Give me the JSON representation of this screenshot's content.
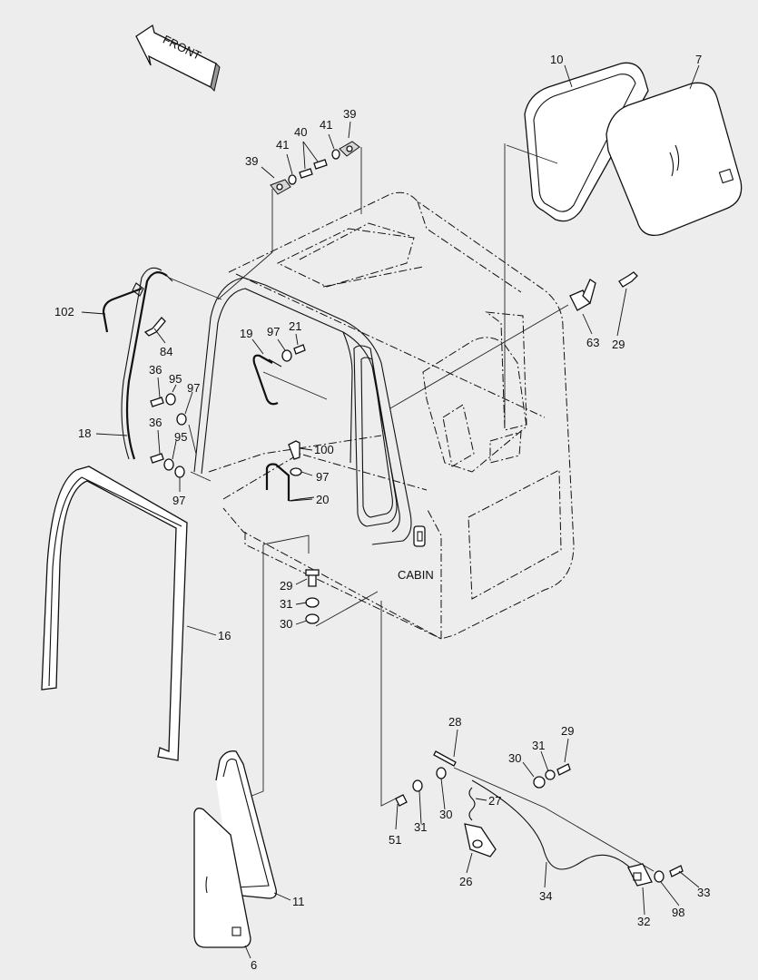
{
  "diagram": {
    "direction_label": "FRONT",
    "assembly_label": "CABIN",
    "callouts": [
      {
        "id": "c10",
        "text": "10"
      },
      {
        "id": "c7",
        "text": "7"
      },
      {
        "id": "c39a",
        "text": "39"
      },
      {
        "id": "c41a",
        "text": "41"
      },
      {
        "id": "c40",
        "text": "40"
      },
      {
        "id": "c41b",
        "text": "41"
      },
      {
        "id": "c39b",
        "text": "39"
      },
      {
        "id": "c102",
        "text": "102"
      },
      {
        "id": "c84",
        "text": "84"
      },
      {
        "id": "c19",
        "text": "19"
      },
      {
        "id": "c97a",
        "text": "97"
      },
      {
        "id": "c21",
        "text": "21"
      },
      {
        "id": "c63",
        "text": "63"
      },
      {
        "id": "c29a",
        "text": "29"
      },
      {
        "id": "c36a",
        "text": "36"
      },
      {
        "id": "c95a",
        "text": "95"
      },
      {
        "id": "c97b",
        "text": "97"
      },
      {
        "id": "c18",
        "text": "18"
      },
      {
        "id": "c36b",
        "text": "36"
      },
      {
        "id": "c95b",
        "text": "95"
      },
      {
        "id": "c97c",
        "text": "97"
      },
      {
        "id": "c100",
        "text": "100"
      },
      {
        "id": "c97d",
        "text": "97"
      },
      {
        "id": "c20",
        "text": "20"
      },
      {
        "id": "c29b",
        "text": "29"
      },
      {
        "id": "c31a",
        "text": "31"
      },
      {
        "id": "c30a",
        "text": "30"
      },
      {
        "id": "c16",
        "text": "16"
      },
      {
        "id": "c28",
        "text": "28"
      },
      {
        "id": "c29c",
        "text": "29"
      },
      {
        "id": "c31b",
        "text": "31"
      },
      {
        "id": "c30b",
        "text": "30"
      },
      {
        "id": "c27",
        "text": "27"
      },
      {
        "id": "c51",
        "text": "51"
      },
      {
        "id": "c31c",
        "text": "31"
      },
      {
        "id": "c30c",
        "text": "30"
      },
      {
        "id": "c26",
        "text": "26"
      },
      {
        "id": "c34",
        "text": "34"
      },
      {
        "id": "c33",
        "text": "33"
      },
      {
        "id": "c98",
        "text": "98"
      },
      {
        "id": "c32",
        "text": "32"
      },
      {
        "id": "c11",
        "text": "11"
      },
      {
        "id": "c6",
        "text": "6"
      }
    ]
  }
}
